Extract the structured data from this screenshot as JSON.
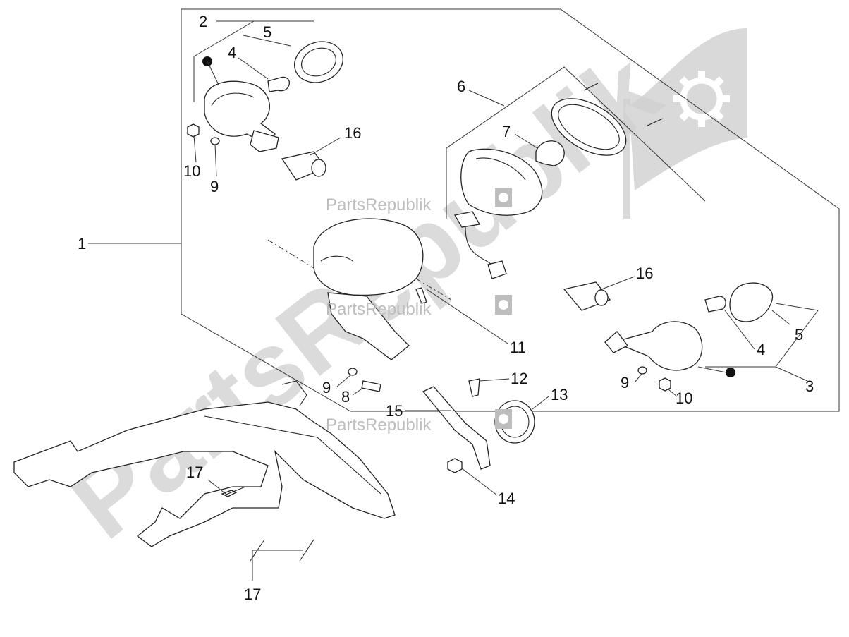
{
  "watermark": {
    "big_text": "PartsRepublik",
    "small_text": "PartsRepublik",
    "color": "#c8c8c8"
  },
  "callouts": [
    "1",
    "2",
    "3",
    "4",
    "5",
    "6",
    "7",
    "8",
    "9",
    "10",
    "11",
    "12",
    "13",
    "14",
    "15",
    "16",
    "17"
  ],
  "labels": {
    "n1": "1",
    "n2": "2",
    "n3": "3",
    "n4a": "4",
    "n4b": "4",
    "n5a": "5",
    "n5b": "5",
    "n6": "6",
    "n7": "7",
    "n8": "8",
    "n9a": "9",
    "n9b": "9",
    "n9c": "9",
    "n10a": "10",
    "n10b": "10",
    "n11": "11",
    "n12": "12",
    "n13": "13",
    "n14": "14",
    "n15": "15",
    "n16a": "16",
    "n16b": "16",
    "n17a": "17",
    "n17b": "17"
  },
  "icons": [
    "gear-flag-logo-icon",
    "gear-icon"
  ]
}
